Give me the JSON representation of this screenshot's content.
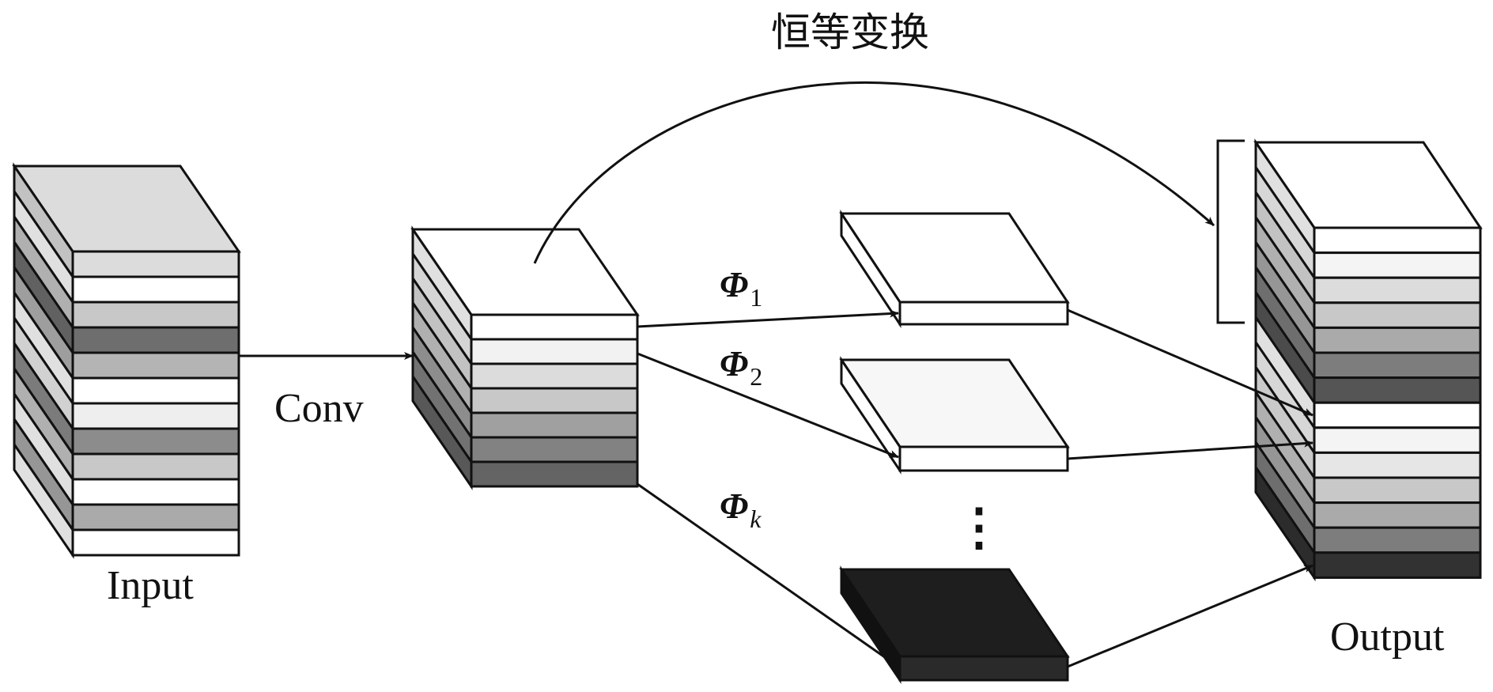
{
  "labels": {
    "input": "Input",
    "conv": "Conv",
    "output": "Output",
    "identity": "恒等变换",
    "phi_symbol": "Φ",
    "phi_1_sub": "1",
    "phi_2_sub": "2",
    "phi_k_sub": "k",
    "ellipsis": "⋮"
  },
  "colors": {
    "stroke": "#111111",
    "input_layers": [
      "#dcdcdc",
      "#ffffff",
      "#c8c8c8",
      "#6e6e6e",
      "#b4b4b4",
      "#ffffff",
      "#eeeeee",
      "#8c8c8c",
      "#c8c8c8",
      "#ffffff",
      "#aaaaaa",
      "#ffffff"
    ],
    "conv_layers": [
      "#ffffff",
      "#f2f2f2",
      "#dcdcdc",
      "#c8c8c8",
      "#a0a0a0",
      "#828282",
      "#646464"
    ],
    "output_layers": [
      "#ffffff",
      "#f4f4f4",
      "#dcdcdc",
      "#c8c8c8",
      "#aaaaaa",
      "#7d7d7d",
      "#555555",
      "#ffffff",
      "#f4f4f4",
      "#e6e6e6",
      "#c8c8c8",
      "#aaaaaa",
      "#7d7d7d",
      "#323232"
    ],
    "slab_1": "#ffffff",
    "slab_2": "#f7f7f7",
    "slab_k": "#1e1e1e"
  }
}
